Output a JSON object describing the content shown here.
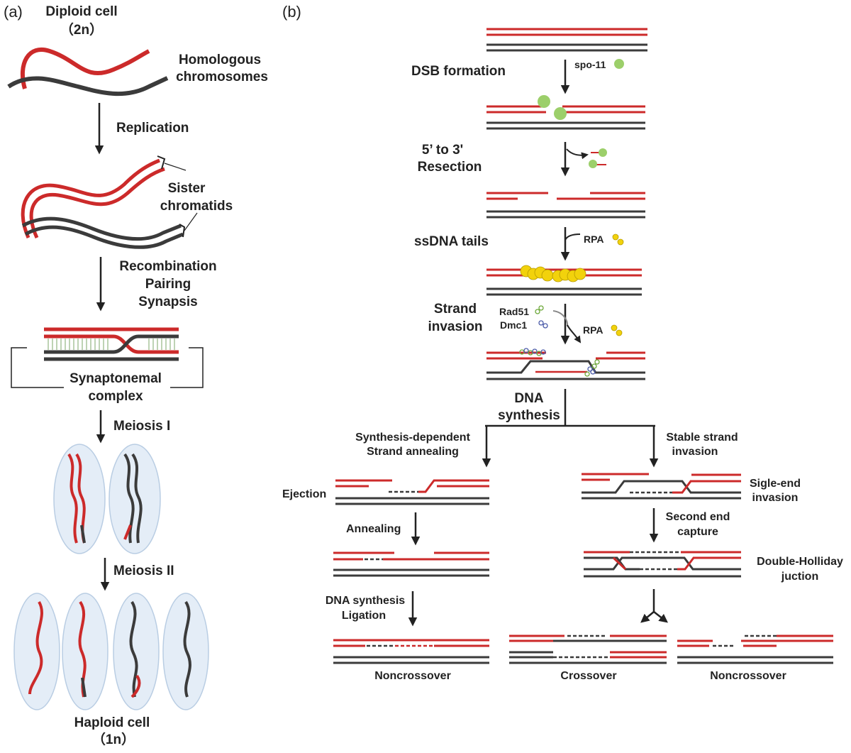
{
  "colors": {
    "red": "#cc2a2a",
    "dark": "#3b3b3b",
    "protein_green": "#9ccf6a",
    "rpa_yellow": "#f2d20c",
    "cell_fill": "#e4edf7",
    "synapse_green": "#a8c49b"
  },
  "panel_a": {
    "panel_label": "(a)",
    "title_line1": "Diploid cell",
    "title_line2": "（2n）",
    "homologous_line1": "Homologous",
    "homologous_line2": "chromosomes",
    "replication": "Replication",
    "sister_line1": "Sister",
    "sister_line2": "chromatids",
    "recomb_line1": "Recombination",
    "recomb_line2": "Pairing",
    "recomb_line3": "Synapsis",
    "sc_line1": "Synaptonemal",
    "sc_line2": "complex",
    "meiosis1": "Meiosis I",
    "meiosis2": "Meiosis II",
    "haploid_line1": "Haploid cell",
    "haploid_line2": "（1n）"
  },
  "panel_b": {
    "panel_label": "(b)",
    "dsb_formation": "DSB formation",
    "spo11": "spo-11",
    "resection_line1": "5’ to 3'",
    "resection_line2": "Resection",
    "ssdna_tails": "ssDNA tails",
    "rpa1": "RPA",
    "strand_inv_line1": "Strand",
    "strand_inv_line2": "invasion",
    "rad51": "Rad51",
    "dmc1": "Dmc1",
    "rpa2": "RPA",
    "dna_syn_line1": "DNA",
    "dna_syn_line2": "synthesis",
    "sdsa_line1": "Synthesis-dependent",
    "sdsa_line2": "Strand annealing",
    "stable_line1": "Stable strand",
    "stable_line2": "invasion",
    "ejection": "Ejection",
    "single_end_line1": "Sigle-end",
    "single_end_line2": "invasion",
    "annealing": "Annealing",
    "second_end_line1": "Second end",
    "second_end_line2": "capture",
    "dhj_line1": "Double-Holliday",
    "dhj_line2": "juction",
    "synth_lig_line1": "DNA synthesis",
    "synth_lig_line2": "Ligation",
    "noncrossover_left": "Noncrossover",
    "crossover": "Crossover",
    "noncrossover_right": "Noncrossover"
  }
}
